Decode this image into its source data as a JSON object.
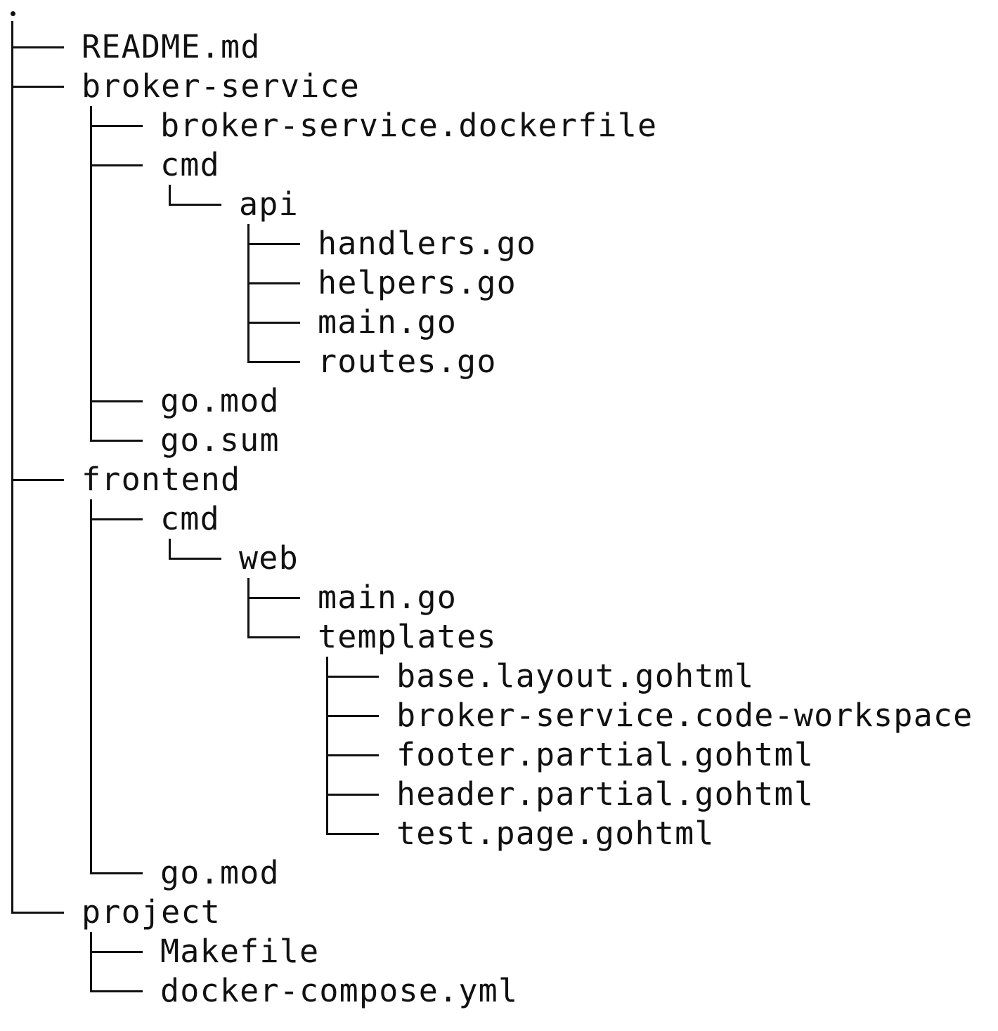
{
  "tree": {
    "root_label": ".",
    "entries": [
      {
        "name": "README.md",
        "depth": 0
      },
      {
        "name": "broker-service",
        "depth": 0
      },
      {
        "name": "broker-service.dockerfile",
        "depth": 1
      },
      {
        "name": "cmd",
        "depth": 1
      },
      {
        "name": "api",
        "depth": 2
      },
      {
        "name": "handlers.go",
        "depth": 3
      },
      {
        "name": "helpers.go",
        "depth": 3
      },
      {
        "name": "main.go",
        "depth": 3
      },
      {
        "name": "routes.go",
        "depth": 3
      },
      {
        "name": "go.mod",
        "depth": 1
      },
      {
        "name": "go.sum",
        "depth": 1
      },
      {
        "name": "frontend",
        "depth": 0
      },
      {
        "name": "cmd",
        "depth": 1
      },
      {
        "name": "web",
        "depth": 2
      },
      {
        "name": "main.go",
        "depth": 3
      },
      {
        "name": "templates",
        "depth": 3
      },
      {
        "name": "base.layout.gohtml",
        "depth": 4
      },
      {
        "name": "broker-service.code-workspace",
        "depth": 4
      },
      {
        "name": "footer.partial.gohtml",
        "depth": 4
      },
      {
        "name": "header.partial.gohtml",
        "depth": 4
      },
      {
        "name": "test.page.gohtml",
        "depth": 4
      },
      {
        "name": "go.mod",
        "depth": 1
      },
      {
        "name": "project",
        "depth": 0
      },
      {
        "name": "Makefile",
        "depth": 1
      },
      {
        "name": "docker-compose.yml",
        "depth": 1
      }
    ]
  }
}
